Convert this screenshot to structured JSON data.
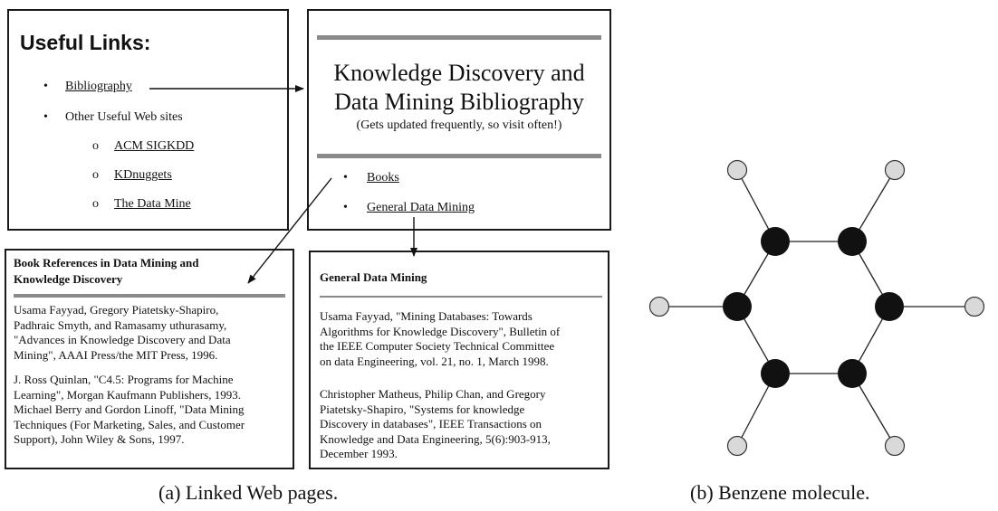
{
  "useful_links": {
    "title": "Useful Links:",
    "items": [
      "Bibliography",
      "Other Useful Web sites"
    ],
    "subitems": [
      "ACM SIGKDD",
      "KDnuggets",
      "The Data Mine"
    ]
  },
  "bibliography_page": {
    "title_line1": "Knowledge Discovery and",
    "title_line2": "Data Mining Bibliography",
    "subtitle": "(Gets updated frequently, so visit often!)",
    "links": [
      "Books",
      "General Data Mining"
    ]
  },
  "books_page": {
    "title_line1": "Book References in Data Mining and",
    "title_line2": "Knowledge Discovery",
    "ref1_lines": [
      "Usama Fayyad, Gregory Piatetsky-Shapiro,",
      "Padhraic Smyth, and Ramasamy uthurasamy,",
      "\"Advances in Knowledge Discovery and Data",
      "Mining\", AAAI Press/the MIT Press, 1996."
    ],
    "ref2_lines": [
      "J. Ross Quinlan, \"C4.5: Programs for Machine",
      "Learning\", Morgan Kaufmann Publishers, 1993.",
      "Michael Berry and Gordon Linoff, \"Data Mining",
      "Techniques (For Marketing, Sales, and Customer",
      "Support), John Wiley & Sons, 1997."
    ]
  },
  "general_page": {
    "title": "General Data Mining",
    "ref1_lines": [
      "Usama Fayyad, \"Mining Databases: Towards",
      "Algorithms for Knowledge Discovery\", Bulletin of",
      "the IEEE Computer Society Technical Committee",
      "on data Engineering, vol. 21, no. 1, March 1998."
    ],
    "ref2_lines": [
      "Christopher Matheus, Philip Chan, and Gregory",
      "Piatetsky-Shapiro, \"Systems for knowledge",
      "Discovery in databases\", IEEE Transactions on",
      "Knowledge and Data Engineering, 5(6):903-913,",
      "December 1993."
    ]
  },
  "captions": {
    "a": "(a) Linked Web pages.",
    "b": "(b) Benzene molecule."
  },
  "colors": {
    "carbon": "#111111",
    "hydrogen": "#d9d9d9",
    "rule": "#8a8a8a"
  }
}
